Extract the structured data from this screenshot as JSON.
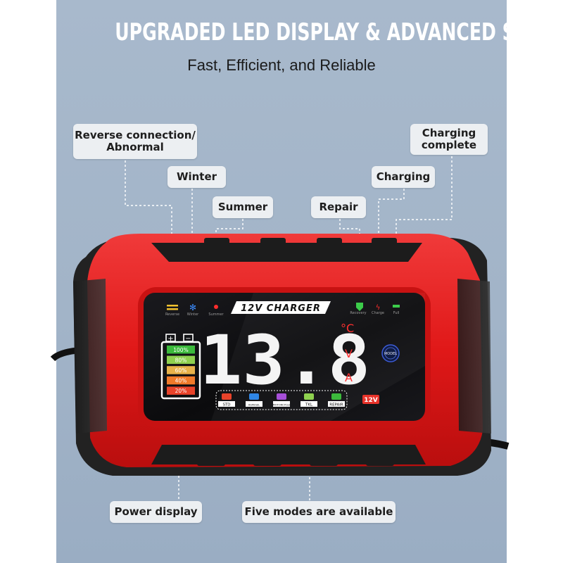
{
  "headline": "UPGRADED LED DISPLAY & ADVANCED SMART CHIP",
  "subheadline": "Fast, Efficient, and Reliable",
  "callouts": {
    "reverse": [
      "Reverse connection/",
      "Abnormal"
    ],
    "winter": "Winter",
    "summer": "Summer",
    "repair": "Repair",
    "charging": "Charging",
    "complete": [
      "Charging",
      "complete"
    ],
    "power_display": "Power display",
    "five_modes": "Five modes are available"
  },
  "display": {
    "title": "12V CHARGER",
    "reading": "13.8",
    "unit_temp": "°C",
    "unit_volt": "V",
    "unit_amp": "A",
    "voltage_badge": "12V",
    "model_label": "MODEL",
    "status_icons": [
      {
        "label": "Reverse",
        "icon": "reverse-bars-icon",
        "color": "#f2c12e"
      },
      {
        "label": "Winter",
        "icon": "snowflake-icon",
        "color": "#3c8dff"
      },
      {
        "label": "Summer",
        "icon": "sun-dot-icon",
        "color": "#ff2d2d"
      },
      {
        "label": "Recovery",
        "icon": "recovery-icon",
        "color": "#3ccc4a"
      },
      {
        "label": "Charge",
        "icon": "charge-bolt-icon",
        "color": "#ff2d2d"
      },
      {
        "label": "Full",
        "icon": "full-bar-icon",
        "color": "#3ccc4a"
      }
    ],
    "battery_terminals": [
      "+",
      "−"
    ],
    "battery_levels": [
      {
        "label": "100%",
        "color": "#3cba3c"
      },
      {
        "label": "80%",
        "color": "#8fd14f"
      },
      {
        "label": "60%",
        "color": "#e8b24a"
      },
      {
        "label": "40%",
        "color": "#f07a2a"
      },
      {
        "label": "20%",
        "color": "#e8432a"
      }
    ],
    "modes": [
      {
        "label": "STD",
        "color": "#e8432a"
      },
      {
        "label": "AGM/GEL",
        "color": "#2f86e6"
      },
      {
        "label": "MOTORCYCLE",
        "color": "#a64fd8"
      },
      {
        "label": "TKL",
        "color": "#8fd14f"
      },
      {
        "label": "REPAIR",
        "color": "#3cba3c"
      }
    ]
  },
  "colors": {
    "body_red": "#e21b1b",
    "screen": "#0c0c0e",
    "digit_white": "#f4f4f4",
    "accent_red": "#ff3030"
  }
}
